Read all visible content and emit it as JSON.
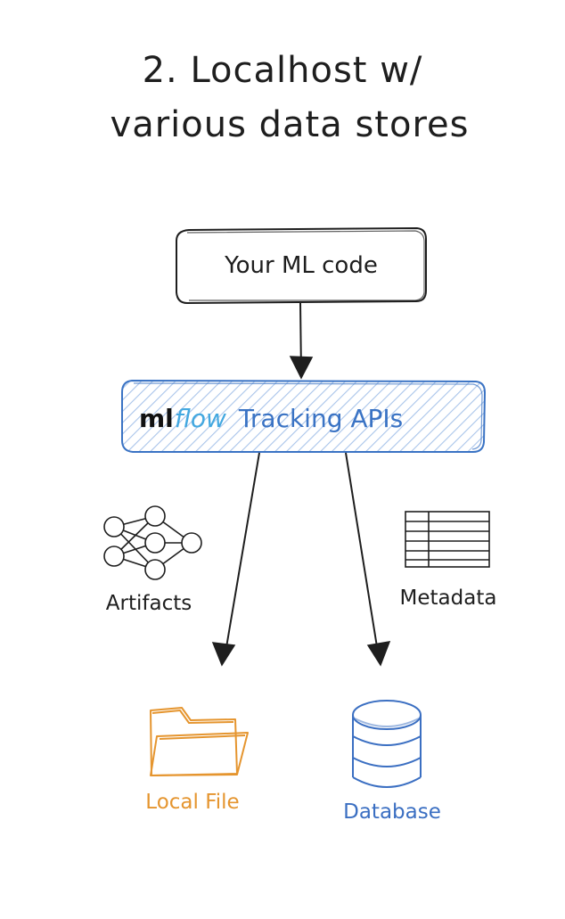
{
  "title": {
    "line1": "2. Localhost w/",
    "line2": "various data stores"
  },
  "nodes": {
    "code": {
      "label": "Your ML code"
    },
    "api": {
      "brand_ml": "ml",
      "brand_flow": "flow",
      "label": "Tracking APIs"
    },
    "artifacts": {
      "label": "Artifacts",
      "icon": "neural-network-icon"
    },
    "metadata": {
      "label": "Metadata",
      "icon": "table-icon"
    },
    "local_file": {
      "label": "Local File",
      "icon": "folder-icon"
    },
    "database": {
      "label": "Database",
      "icon": "database-icon"
    }
  },
  "colors": {
    "ink": "#1e1e1e",
    "api_blue": "#3a73c4",
    "api_fill": "#dbe7f7",
    "mlflow_light": "#43a8e0",
    "folder_orange": "#e5952f",
    "database_blue": "#3b6fc2"
  }
}
